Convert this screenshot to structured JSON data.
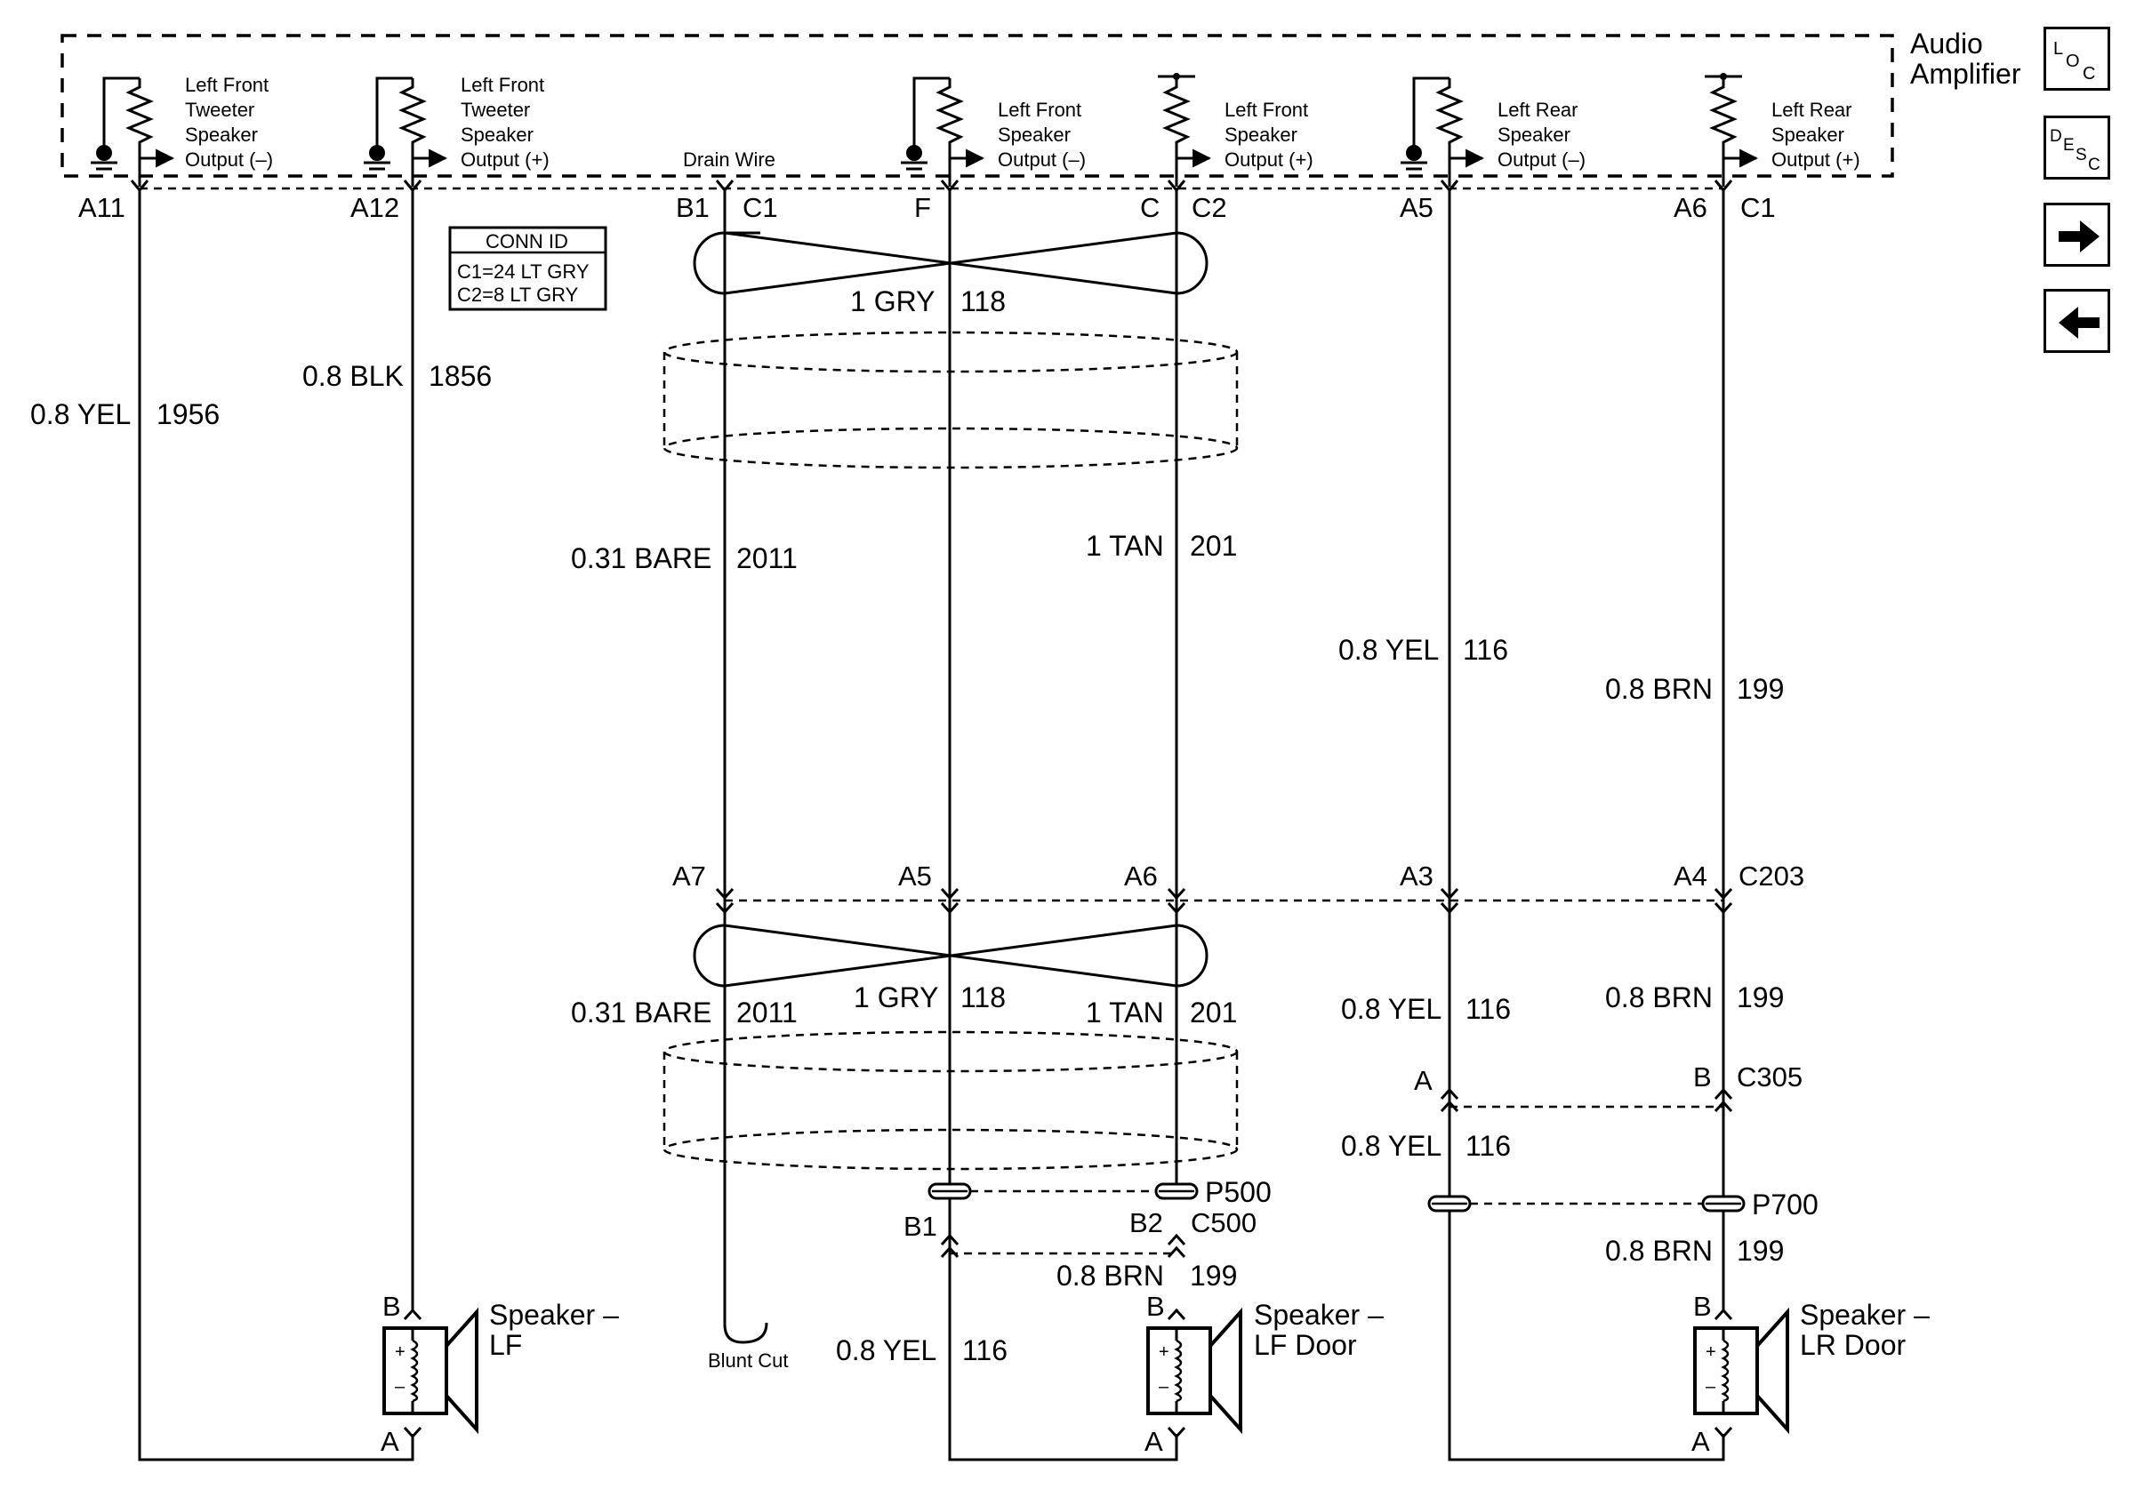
{
  "amplifier": {
    "title_line1": "Audio",
    "title_line2": "Amplifier",
    "outputs": [
      {
        "line1": "Left Front",
        "line2": "Tweeter",
        "line3": "Speaker",
        "line4": "Output (–)"
      },
      {
        "line1": "Left Front",
        "line2": "Tweeter",
        "line3": "Speaker",
        "line4": "Output (+)"
      },
      {
        "line1": "Left Front",
        "line2": "Speaker",
        "line3": "Output (–)"
      },
      {
        "line1": "Left Front",
        "line2": "Speaker",
        "line3": "Output (+)"
      },
      {
        "line1": "Left Rear",
        "line2": "Speaker",
        "line3": "Output (–)"
      },
      {
        "line1": "Left Rear",
        "line2": "Speaker",
        "line3": "Output (+)"
      }
    ],
    "drain_wire": "Drain Wire"
  },
  "conn_id": {
    "title": "CONN ID",
    "line1": "C1=24 LT GRY",
    "line2": "C2=8 LT GRY"
  },
  "pins_top": {
    "a11": "A11",
    "a12": "A12",
    "b1": "B1",
    "c1_left": "C1",
    "f": "F",
    "c": "C",
    "c2": "C2",
    "a5": "A5",
    "a6": "A6",
    "c1_right": "C1"
  },
  "wires": {
    "w1956_size": "0.8 YEL",
    "w1956_num": "1956",
    "w1856_size": "0.8 BLK",
    "w1856_num": "1856",
    "gry_top_size": "1 GRY",
    "gry_top_num": "118",
    "bare_top_size": "0.31 BARE",
    "bare_top_num": "2011",
    "tan_top_size": "1 TAN",
    "tan_top_num": "201",
    "yel116_top_size": "0.8 YEL",
    "yel116_top_num": "116",
    "brn199_top_size": "0.8 BRN",
    "brn199_top_num": "199",
    "gry_mid_size": "1 GRY",
    "gry_mid_num": "118",
    "bare_mid_size": "0.31 BARE",
    "bare_mid_num": "2011",
    "tan_mid_size": "1 TAN",
    "tan_mid_num": "201",
    "yel116_mid_size": "0.8 YEL",
    "yel116_mid_num": "116",
    "brn199_mid_size": "0.8 BRN",
    "brn199_mid_num": "199",
    "yel116_low_size": "0.8 YEL",
    "yel116_low_num": "116",
    "brn199_low_right_size": "0.8 BRN",
    "brn199_low_right_num": "199",
    "brn199_door_size": "0.8 BRN",
    "brn199_door_num": "199",
    "yel116_door_size": "0.8 YEL",
    "yel116_door_num": "116"
  },
  "c203": {
    "a7": "A7",
    "a5": "A5",
    "a6": "A6",
    "a3": "A3",
    "a4": "A4",
    "name": "C203"
  },
  "c305": {
    "a": "A",
    "b": "B",
    "name": "C305"
  },
  "c500": {
    "p500": "P500",
    "b1": "B1",
    "b2": "B2",
    "name": "C500"
  },
  "p700": "P700",
  "blunt_cut": "Blunt Cut",
  "speakers": [
    {
      "line1": "Speaker –",
      "line2": "LF",
      "pin_b": "B",
      "pin_a": "A"
    },
    {
      "line1": "Speaker –",
      "line2": "LF Door",
      "pin_b": "B",
      "pin_a": "A"
    },
    {
      "line1": "Speaker –",
      "line2": "LR Door",
      "pin_b": "B",
      "pin_a": "A"
    }
  ],
  "nav": {
    "loc": "LOC",
    "desc": "DESC",
    "next": "right-arrow-icon",
    "prev": "left-arrow-icon"
  }
}
